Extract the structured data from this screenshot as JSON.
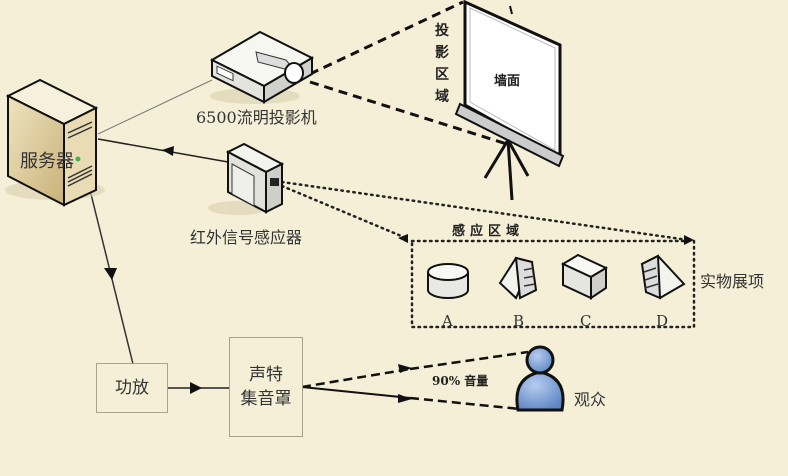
{
  "nodes": {
    "server": "服务器",
    "projector": "6500流明投影机",
    "screen": "墙面",
    "projection_area": "投影区域",
    "ir_sensor": "红外信号感应器",
    "sensing_area": "感应区域",
    "exhibits_label": "实物展项",
    "amplifier": "功放",
    "speaker_line1": "声特",
    "speaker_line2": "集音罩",
    "volume": "90% 音量",
    "audience": "观众"
  },
  "exhibits": [
    "A",
    "B",
    "C",
    "D"
  ],
  "colors": {
    "background": "#f4efd6",
    "server_body": "#d9c79a",
    "person": "#7fa3d6"
  }
}
